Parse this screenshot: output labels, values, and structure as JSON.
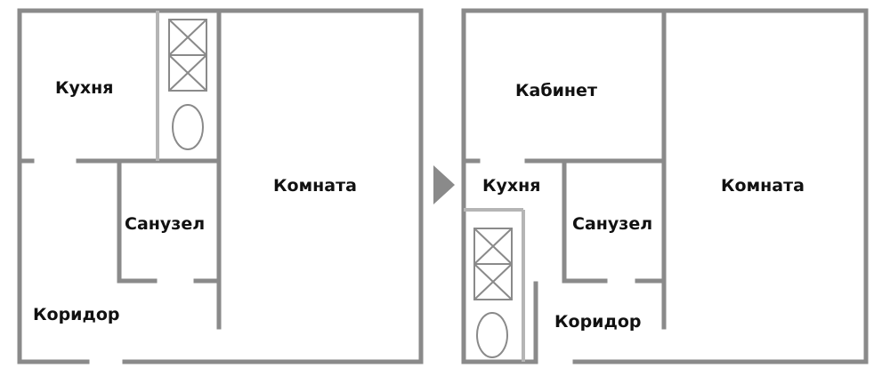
{
  "colors": {
    "wall": "#8a8a8a",
    "fixture_wall": "#b5b5b5",
    "arrow": "#8a8a8a",
    "text": "#111111",
    "background": "#ffffff"
  },
  "icons": {
    "arrow": "play-triangle",
    "stove": "stove-icon",
    "toilet": "toilet-icon"
  },
  "before": {
    "kitchen": "Кухня",
    "room": "Комната",
    "bathroom": "Санузел",
    "corridor": "Коридор"
  },
  "after": {
    "study": "Кабинет",
    "kitchen": "Кухня",
    "room": "Комната",
    "bathroom": "Санузел",
    "corridor": "Коридор"
  }
}
